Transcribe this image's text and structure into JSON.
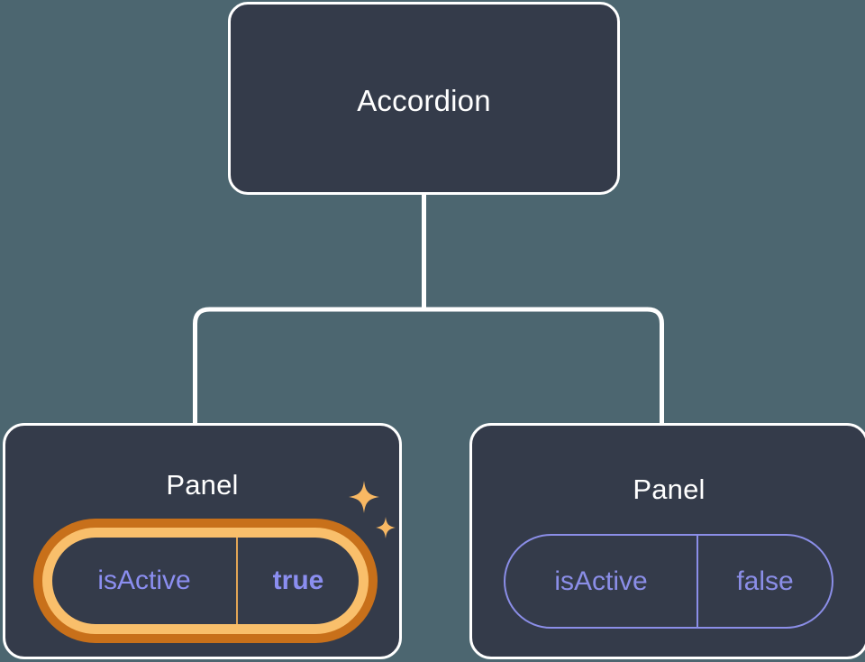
{
  "theme": {
    "canvas_background": "#4c6670",
    "node_fill": "#343b4a",
    "node_border": "#ffffff",
    "connector_color": "#ffffff",
    "prop_text_color": "#8b8ee8",
    "highlight_outer": "#c8701a",
    "highlight_inner": "#f9bf6b",
    "sparkle_color": "#f8b863"
  },
  "tree": {
    "root": {
      "title": "Accordion",
      "node_type": "component-node"
    },
    "children": [
      {
        "title": "Panel",
        "node_type": "component-node",
        "highlighted": true,
        "prop": {
          "key": "isActive",
          "value": "true"
        }
      },
      {
        "title": "Panel",
        "node_type": "component-node",
        "highlighted": false,
        "prop": {
          "key": "isActive",
          "value": "false"
        }
      }
    ]
  },
  "icons": {
    "sparkle_large": "sparkle-icon",
    "sparkle_small": "sparkle-small-icon"
  }
}
